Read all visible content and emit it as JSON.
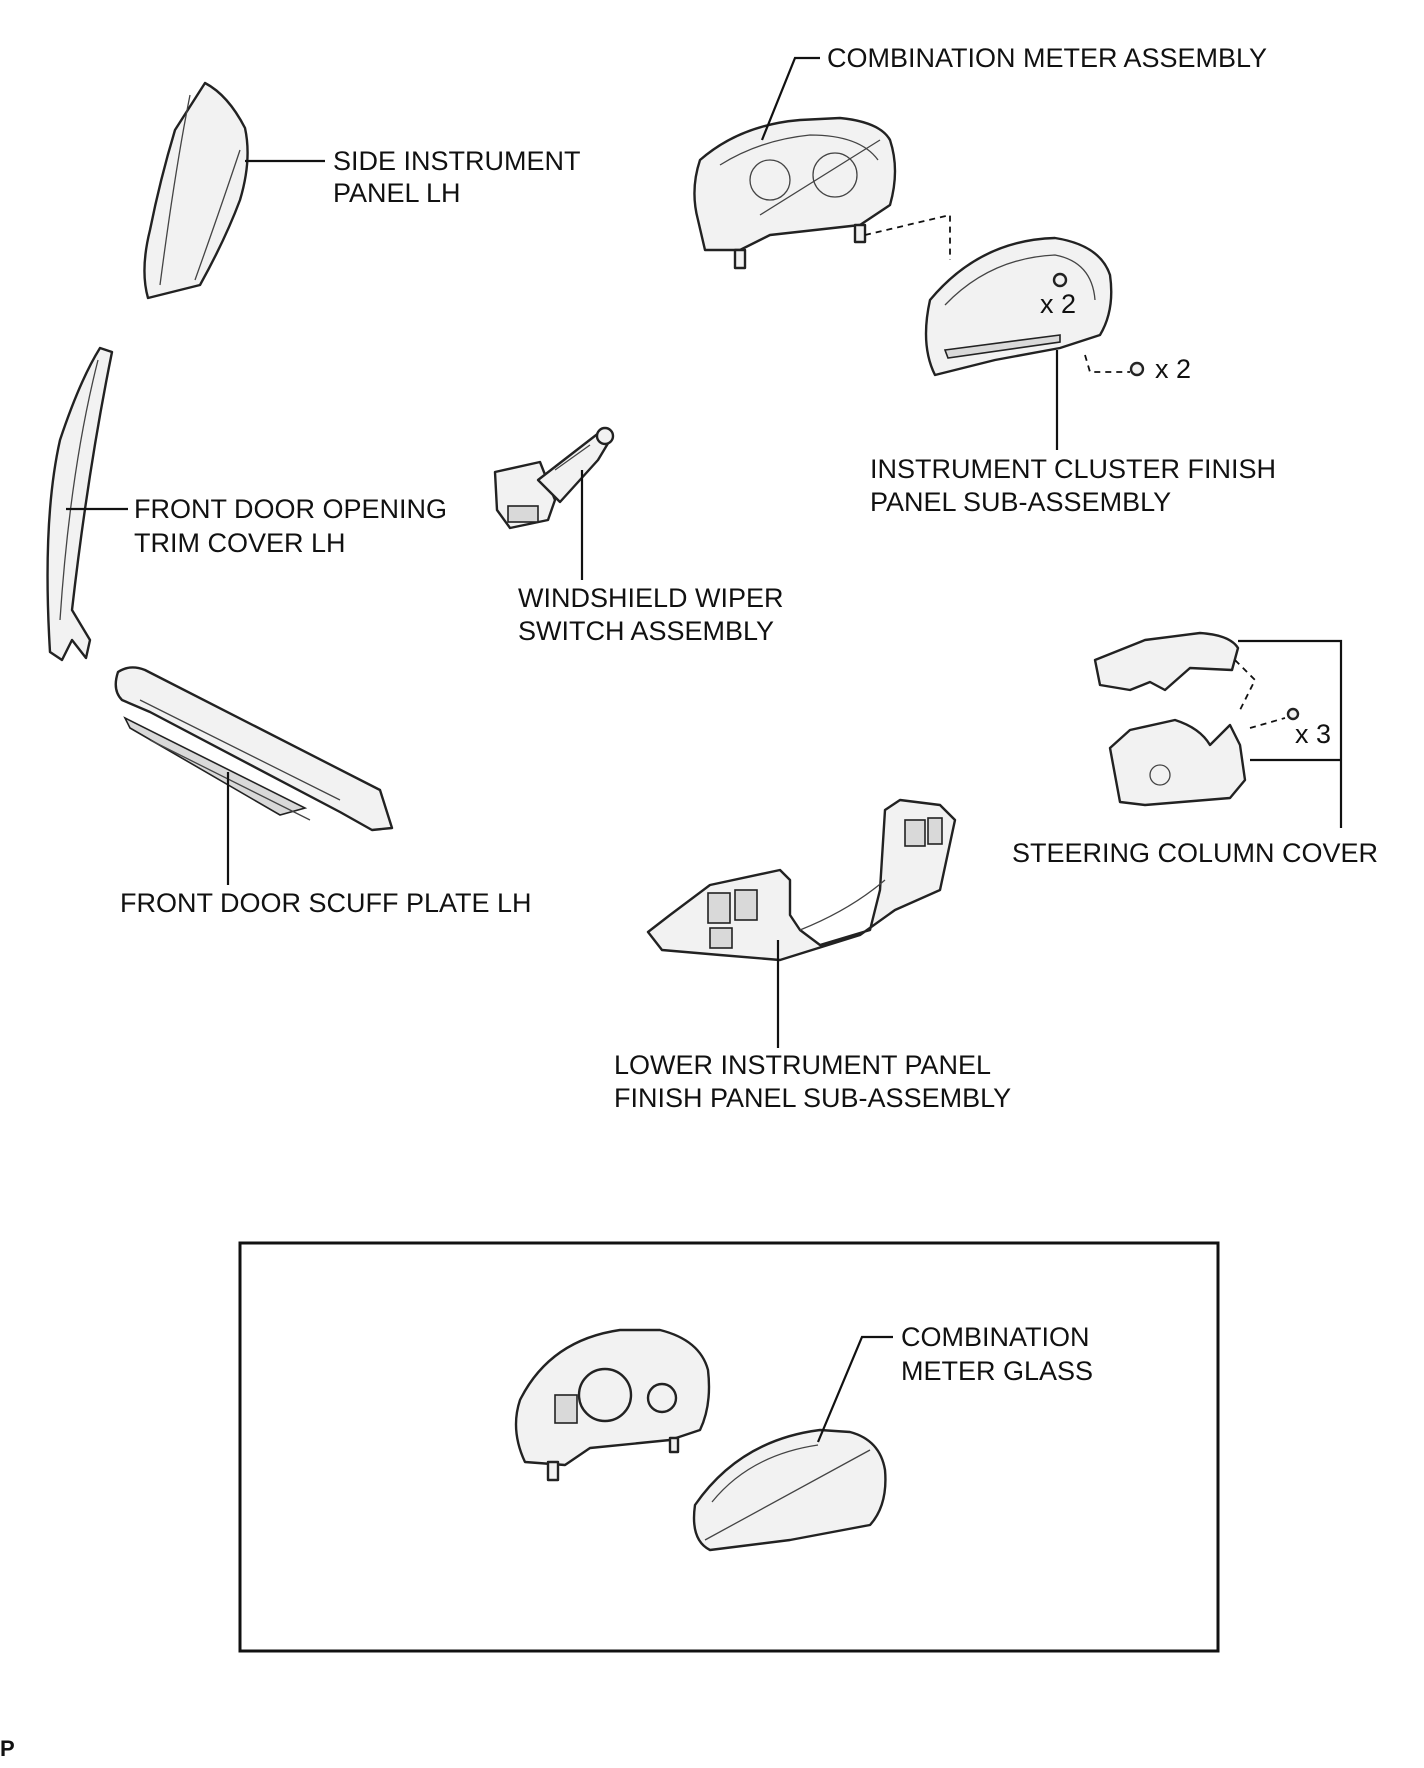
{
  "labels": {
    "combination_meter_assembly": "COMBINATION METER ASSEMBLY",
    "side_instrument_panel_l1": "SIDE INSTRUMENT",
    "side_instrument_panel_l2": "PANEL LH",
    "cluster_finish_l1": "INSTRUMENT CLUSTER FINISH",
    "cluster_finish_l2": "PANEL SUB-ASSEMBLY",
    "front_door_opening_l1": "FRONT DOOR OPENING",
    "front_door_opening_l2": "TRIM COVER LH",
    "wiper_switch_l1": "WINDSHIELD WIPER",
    "wiper_switch_l2": "SWITCH ASSEMBLY",
    "steering_column_cover": "STEERING COLUMN COVER",
    "front_door_scuff": "FRONT DOOR SCUFF PLATE LH",
    "lower_panel_l1": "LOWER INSTRUMENT PANEL",
    "lower_panel_l2": "FINISH PANEL SUB-ASSEMBLY",
    "meter_glass_l1": "COMBINATION",
    "meter_glass_l2": "METER GLASS",
    "qty_x2_a": "x 2",
    "qty_x2_b": "x 2",
    "qty_x3": "x 3",
    "corner_mark": "P"
  }
}
